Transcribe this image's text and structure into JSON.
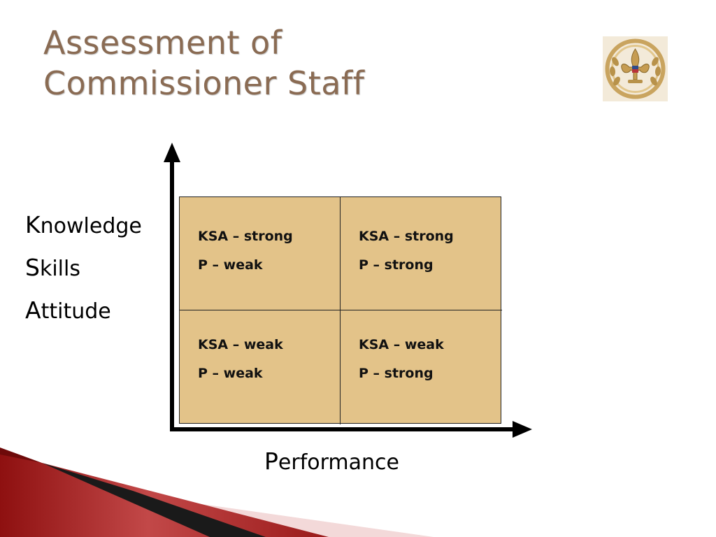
{
  "slide": {
    "title_line1": "Assessment of",
    "title_line2": "Commissioner Staff"
  },
  "ksa_axis": {
    "items": [
      {
        "initial": "K",
        "rest": "nowledge"
      },
      {
        "initial": "S",
        "rest": "kills"
      },
      {
        "initial": "A",
        "rest": "ttitude"
      }
    ]
  },
  "performance_axis": {
    "initial": "P",
    "rest": "erformance"
  },
  "quadrants": [
    {
      "ksa": "KSA – strong",
      "p": "P – weak"
    },
    {
      "ksa": "KSA – strong",
      "p": "P – strong"
    },
    {
      "ksa": "KSA – weak",
      "p": "P – weak"
    },
    {
      "ksa": "KSA – weak",
      "p": "P – strong"
    }
  ],
  "colors": {
    "title": "#8a6b53",
    "quadrant_fill": "#e3c389",
    "accent_red": "#a51c1c"
  },
  "icons": {
    "logo": "scout-fleur-de-lis-wreath-icon"
  }
}
